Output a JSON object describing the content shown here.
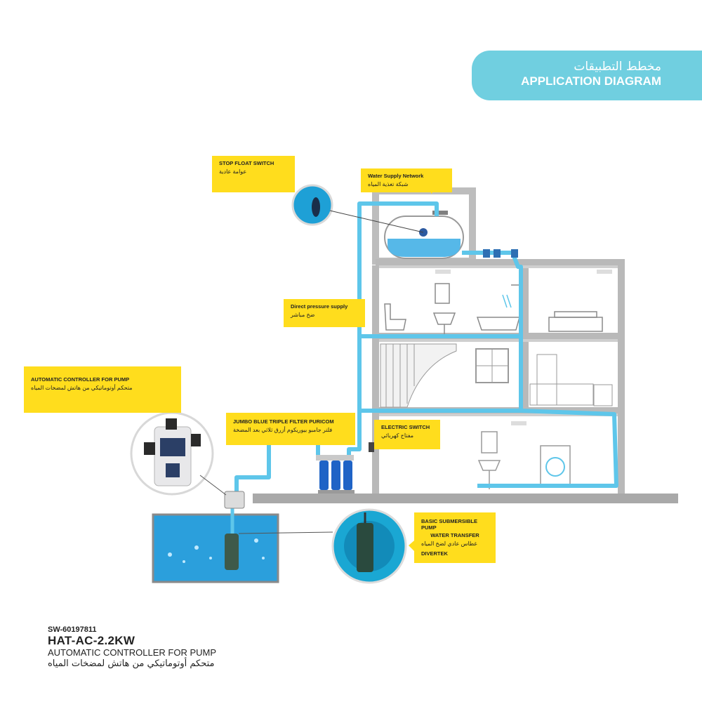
{
  "header": {
    "title_ar": "مخطط التطبيقات",
    "title_en": "APPLICATION DIAGRAM"
  },
  "callouts": {
    "stop_float": {
      "en": "STOP FLOAT SWITCH",
      "ar": "عوامة عادية"
    },
    "water_supply": {
      "en": "Water Supply Network",
      "ar": "شبكة تغذية المياه"
    },
    "direct_pressure": {
      "en": "Direct pressure supply",
      "ar": "ضخ مباشر"
    },
    "auto_controller": {
      "en": "AUTOMATIC CONTROLLER FOR PUMP",
      "ar": "متحكم أوتوماتيكي من هاتش لمضخات المياه"
    },
    "jumbo_filter": {
      "en": "JUMBO BLUE TRIPLE FILTER PURICOM",
      "ar": "فلتر جامبو بيوريكوم أزرق ثلاثي بعد المضخة"
    },
    "electric_switch": {
      "en": "ELECTRIC SWITCH",
      "ar": "مفتاح كهربائي"
    },
    "submersible": {
      "en1": "BASIC SUBMERSIBLE PUMP",
      "en2": "WATER TRANSFER",
      "ar": "غطاس عادي لضخ المياه",
      "brand": "DIVERTEK"
    }
  },
  "product": {
    "code": "SW-60197811",
    "model": "HAT-AC-2.2KW",
    "name_en": "AUTOMATIC CONTROLLER FOR PUMP",
    "name_ar": "متحكم أوتوماتيكي من هاتش لمضخات المياه"
  },
  "colors": {
    "accent_teal": "#70cfe0",
    "callout_yellow": "#ffdd1d",
    "pipe_blue": "#5ec6ea",
    "wall_gray": "#b9b9b9",
    "water_blue": "#3aa9e0"
  }
}
